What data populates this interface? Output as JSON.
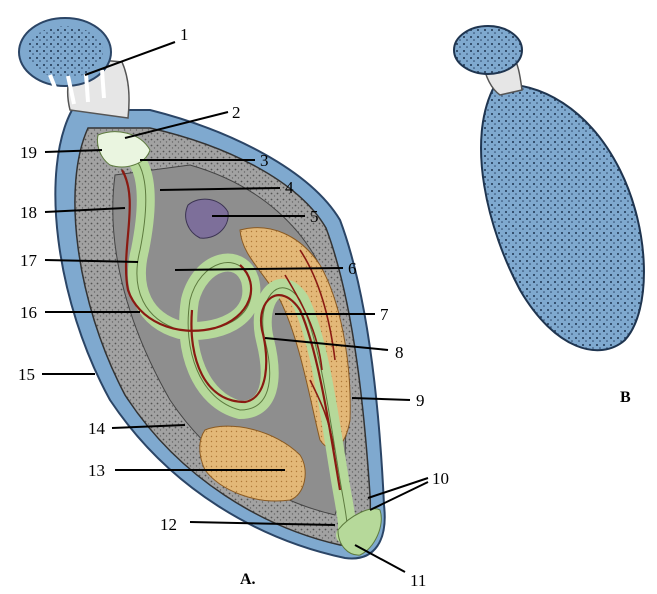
{
  "figure": {
    "panel_a_label": "A.",
    "panel_b_label": "B",
    "labels": [
      "1",
      "2",
      "3",
      "4",
      "5",
      "6",
      "7",
      "8",
      "9",
      "10",
      "11",
      "12",
      "13",
      "14",
      "15",
      "16",
      "17",
      "18",
      "19"
    ]
  },
  "colors": {
    "tunic_blue": "#7fa9cf",
    "body_grey": "#9a9a9a",
    "gut_green": "#b6d99a",
    "vessel_red": "#8a1a12",
    "gonad_orange": "#e3b878",
    "ganglion_violet": "#7d6f9a",
    "siphon_white": "#e6e6e6"
  }
}
